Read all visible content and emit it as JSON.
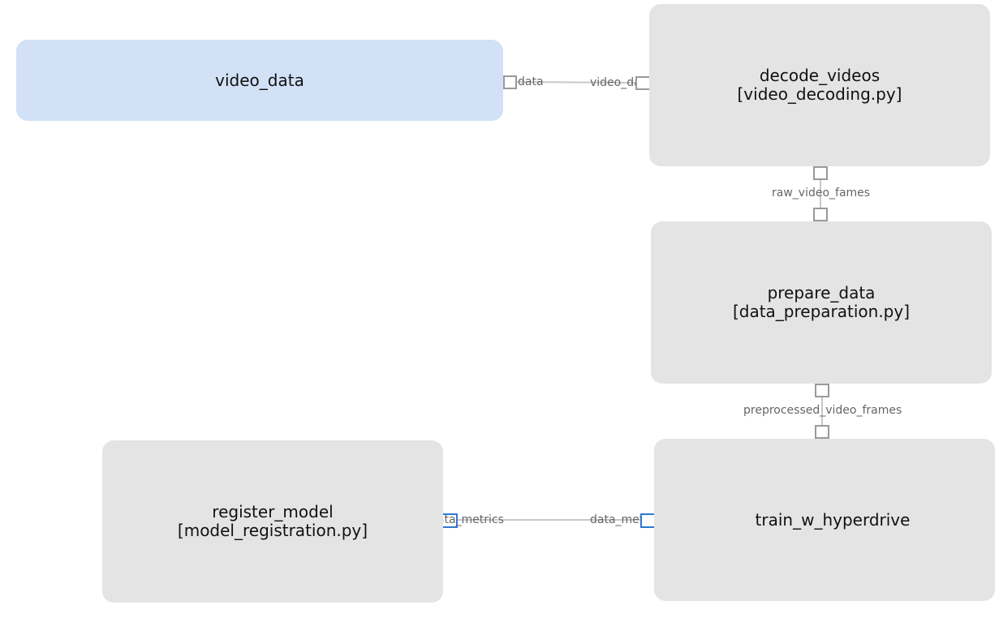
{
  "graph": {
    "nodes": {
      "video_data": {
        "title": "video_data",
        "type": "dataset"
      },
      "decode_videos": {
        "title": "decode_videos",
        "script": "[video_decoding.py]"
      },
      "prepare_data": {
        "title": "prepare_data",
        "script": "[data_preparation.py]"
      },
      "train_w_hyperdrive": {
        "title": "train_w_hyperdrive"
      },
      "register_model": {
        "title": "register_model",
        "script": "[model_registration.py]"
      }
    },
    "edges": [
      {
        "from": "video_data",
        "to": "decode_videos",
        "from_port": "data",
        "to_port": "video_data"
      },
      {
        "from": "decode_videos",
        "to": "prepare_data",
        "label": "raw_video_fames"
      },
      {
        "from": "prepare_data",
        "to": "train_w_hyperdrive",
        "label": "preprocessed_video_frames"
      },
      {
        "from": "train_w_hyperdrive",
        "to": "register_model",
        "from_port": "data_metrics",
        "to_port": "data_metrics",
        "highlighted": true
      }
    ],
    "colors": {
      "node": "#e4e4e4",
      "dataset_node": "#d2e1f6",
      "port_border": "#9a9a9a",
      "port_selected": "#2f78d0",
      "edge": "#c8c8c8",
      "label": "#666666"
    }
  }
}
